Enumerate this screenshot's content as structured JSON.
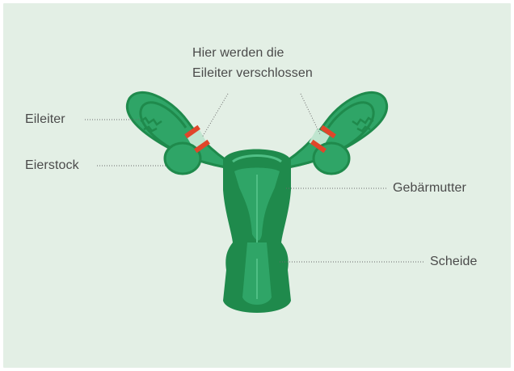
{
  "diagram": {
    "title_line1": "Hier werden die",
    "title_line2": "Eileiter verschlossen",
    "labels": {
      "eileiter": "Eileiter",
      "eierstock": "Eierstock",
      "gebaermutter": "Gebärmutter",
      "scheide": "Scheide"
    },
    "colors": {
      "background": "#e3efe5",
      "organ_dark": "#1f8a4c",
      "organ_mid": "#2fa567",
      "organ_light": "#4fbf85",
      "clip": "#e0462a",
      "leader": "#6a6a6a"
    }
  }
}
